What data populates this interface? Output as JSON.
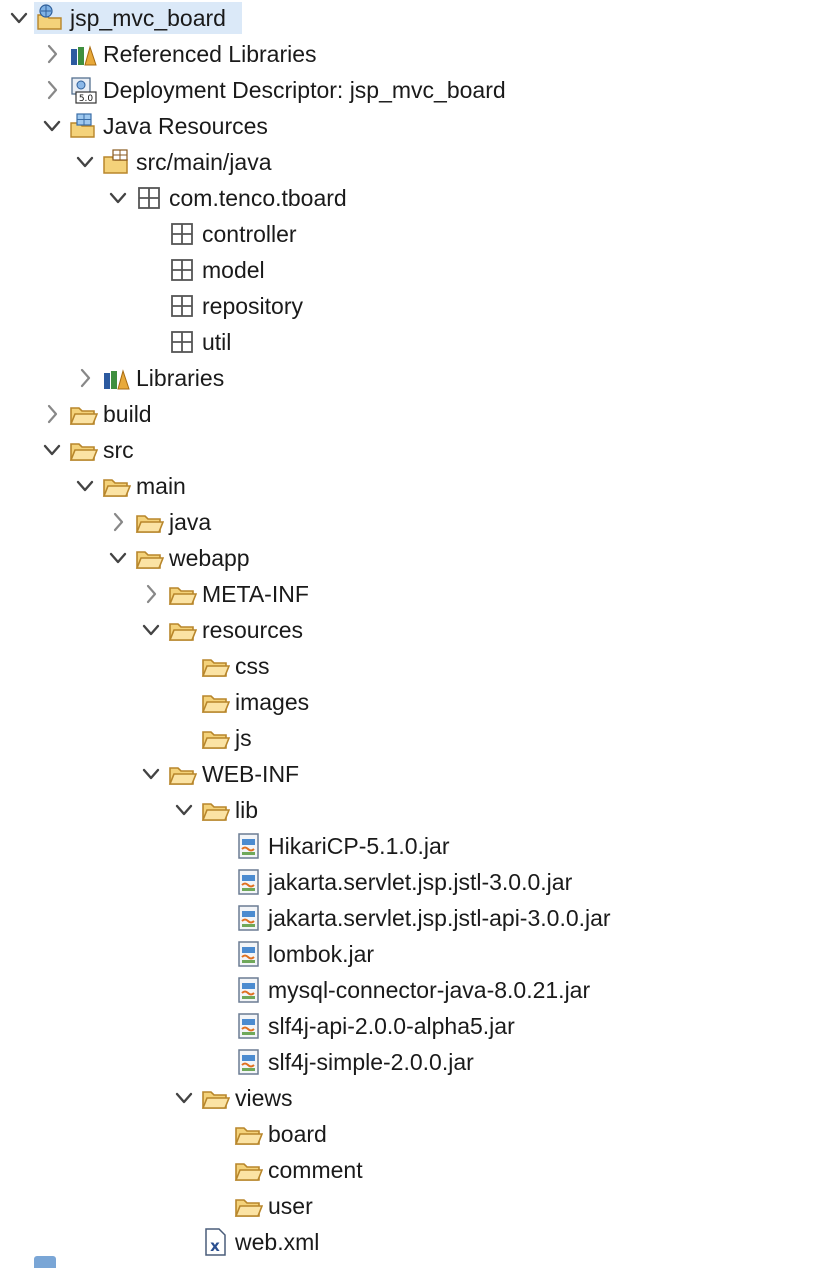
{
  "tree": [
    {
      "label": "jsp_mvc_board",
      "depth": 0,
      "icon": "project-icon",
      "toggle": "expanded",
      "selected": true
    },
    {
      "label": "Referenced Libraries",
      "depth": 1,
      "icon": "library-icon",
      "toggle": "collapsed"
    },
    {
      "label": "Deployment Descriptor: jsp_mvc_board",
      "depth": 1,
      "icon": "deployment-descriptor-icon",
      "toggle": "collapsed"
    },
    {
      "label": "Java Resources",
      "depth": 1,
      "icon": "java-resources-icon",
      "toggle": "expanded"
    },
    {
      "label": "src/main/java",
      "depth": 2,
      "icon": "source-folder-icon",
      "toggle": "expanded"
    },
    {
      "label": "com.tenco.tboard",
      "depth": 3,
      "icon": "package-icon",
      "toggle": "expanded"
    },
    {
      "label": "controller",
      "depth": 4,
      "icon": "package-icon",
      "toggle": "none"
    },
    {
      "label": "model",
      "depth": 4,
      "icon": "package-icon",
      "toggle": "none"
    },
    {
      "label": "repository",
      "depth": 4,
      "icon": "package-icon",
      "toggle": "none"
    },
    {
      "label": "util",
      "depth": 4,
      "icon": "package-icon",
      "toggle": "none"
    },
    {
      "label": "Libraries",
      "depth": 2,
      "icon": "library-icon",
      "toggle": "collapsed"
    },
    {
      "label": "build",
      "depth": 1,
      "icon": "folder-icon",
      "toggle": "collapsed"
    },
    {
      "label": "src",
      "depth": 1,
      "icon": "folder-icon",
      "toggle": "expanded"
    },
    {
      "label": "main",
      "depth": 2,
      "icon": "folder-icon",
      "toggle": "expanded"
    },
    {
      "label": "java",
      "depth": 3,
      "icon": "folder-icon",
      "toggle": "collapsed"
    },
    {
      "label": "webapp",
      "depth": 3,
      "icon": "folder-icon",
      "toggle": "expanded"
    },
    {
      "label": "META-INF",
      "depth": 4,
      "icon": "folder-icon",
      "toggle": "collapsed"
    },
    {
      "label": "resources",
      "depth": 4,
      "icon": "folder-icon",
      "toggle": "expanded"
    },
    {
      "label": "css",
      "depth": 5,
      "icon": "folder-icon",
      "toggle": "none"
    },
    {
      "label": "images",
      "depth": 5,
      "icon": "folder-icon",
      "toggle": "none"
    },
    {
      "label": "js",
      "depth": 5,
      "icon": "folder-icon",
      "toggle": "none"
    },
    {
      "label": "WEB-INF",
      "depth": 4,
      "icon": "folder-icon",
      "toggle": "expanded"
    },
    {
      "label": "lib",
      "depth": 5,
      "icon": "folder-icon",
      "toggle": "expanded"
    },
    {
      "label": "HikariCP-5.1.0.jar",
      "depth": 6,
      "icon": "jar-icon",
      "toggle": "none"
    },
    {
      "label": "jakarta.servlet.jsp.jstl-3.0.0.jar",
      "depth": 6,
      "icon": "jar-icon",
      "toggle": "none"
    },
    {
      "label": "jakarta.servlet.jsp.jstl-api-3.0.0.jar",
      "depth": 6,
      "icon": "jar-icon",
      "toggle": "none"
    },
    {
      "label": "lombok.jar",
      "depth": 6,
      "icon": "jar-icon",
      "toggle": "none"
    },
    {
      "label": "mysql-connector-java-8.0.21.jar",
      "depth": 6,
      "icon": "jar-icon",
      "toggle": "none"
    },
    {
      "label": "slf4j-api-2.0.0-alpha5.jar",
      "depth": 6,
      "icon": "jar-icon",
      "toggle": "none"
    },
    {
      "label": "slf4j-simple-2.0.0.jar",
      "depth": 6,
      "icon": "jar-icon",
      "toggle": "none"
    },
    {
      "label": "views",
      "depth": 5,
      "icon": "folder-icon",
      "toggle": "expanded"
    },
    {
      "label": "board",
      "depth": 6,
      "icon": "folder-icon",
      "toggle": "none"
    },
    {
      "label": "comment",
      "depth": 6,
      "icon": "folder-icon",
      "toggle": "none"
    },
    {
      "label": "user",
      "depth": 6,
      "icon": "folder-icon",
      "toggle": "none"
    },
    {
      "label": "web.xml",
      "depth": 5,
      "icon": "xml-file-icon",
      "toggle": "none"
    }
  ],
  "colors": {
    "selection": "#dbe9f8",
    "folder": "#f4d27a",
    "folder_stroke": "#b8862b",
    "package": "#555555",
    "chevron": "#444444"
  }
}
